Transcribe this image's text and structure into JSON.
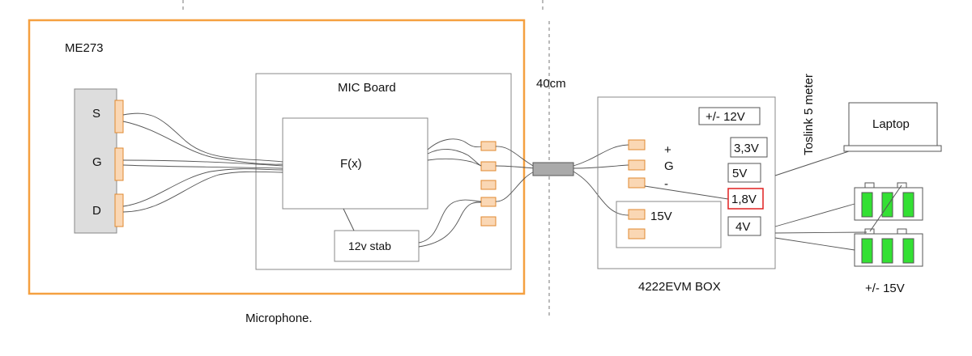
{
  "labels": {
    "mic_title": "ME273",
    "mic_caption": "Microphone.",
    "pin_s": "S",
    "pin_g": "G",
    "pin_d": "D",
    "mic_board": "MIC Board",
    "fx": "F(x)",
    "stab": "12v stab",
    "cable_length": "40cm",
    "evm_box": "4222EVM  BOX",
    "plus": "+",
    "g": "G",
    "minus": "-",
    "v15": "15V",
    "pm12": "+/- 12V",
    "v33": "3,3V",
    "v5": "5V",
    "v18": "1,8V",
    "v4": "4V",
    "toslink": "Toslink  5 meter",
    "laptop": "Laptop",
    "pm15": "+/- 15V"
  },
  "colors": {
    "mic_border": "#f5a040",
    "pad_fill": "#fad7b4",
    "pad_stroke": "#e08a30",
    "battery_green": "#33e033",
    "highlight_red": "#e02020",
    "line": "#555555",
    "connector": "#aaaaaa"
  }
}
